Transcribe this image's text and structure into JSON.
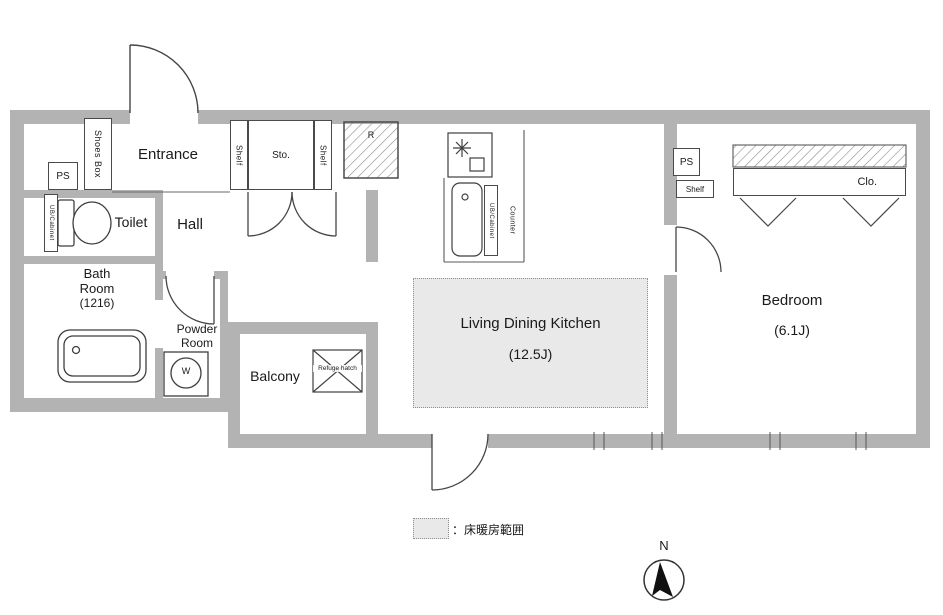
{
  "colors": {
    "wall": "#b3b3b3",
    "line": "#454545",
    "floor_heating_fill": "#e9e9e9"
  },
  "plan": {
    "rooms": {
      "entrance": "Entrance",
      "hall": "Hall",
      "toilet": "Toilet",
      "bath": {
        "l1": "Bath",
        "l2": "Room",
        "l3": "(1216)"
      },
      "powder": {
        "l1": "Powder",
        "l2": "Room"
      },
      "balcony": "Balcony",
      "ldk": {
        "name": "Living Dining Kitchen",
        "size": "(12.5J)"
      },
      "bedroom": {
        "name": "Bedroom",
        "size": "(6.1J)"
      }
    },
    "fixtures": {
      "shoes_box": "Shoes Box",
      "shelf": "Shelf",
      "storage": "Sto.",
      "refrigerator": "R",
      "pipe_space": "PS",
      "ub_cabinet": "UB/Cabinet",
      "counter": "Counter",
      "closet": "Clo.",
      "washing_machine": "W",
      "refuge_hatch": "Refuge hatch"
    }
  },
  "legend": {
    "floor_heating": "：床暖房範囲"
  },
  "compass": {
    "north": "N"
  }
}
